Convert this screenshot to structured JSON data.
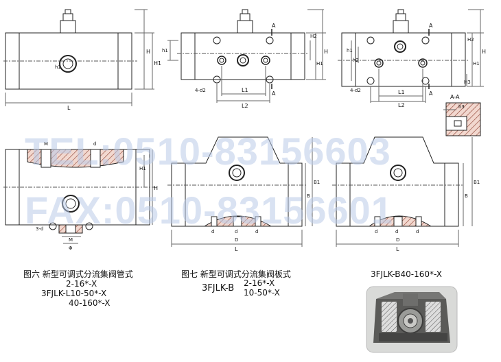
{
  "watermark": {
    "tel": "TEL:0510-83156603",
    "fax": "FAX:0510-83156601",
    "color": "#b9cbe8"
  },
  "dims": {
    "L": "L",
    "L1": "L1",
    "L2": "L2",
    "H": "H",
    "H1": "H1",
    "H2": "H2",
    "H3": "H3",
    "h1": "h1",
    "h2": "h2",
    "h3": "h3",
    "A": "A",
    "AA": "A-A",
    "holes": "4-d2",
    "holes3": "3-d",
    "M": "M",
    "D": "D",
    "d": "d",
    "d2": "d",
    "B": "B",
    "B1": "B1",
    "phi": "Φ"
  },
  "captions": {
    "fig6_title": "图六  新型可调式分流集阀管式",
    "fig6_line1": "2-16*-X",
    "fig6_line2": "3FJLK-L10-50*-X",
    "fig6_line3": "40-160*-X",
    "fig7_title": "图七  新型可调式分流集阀板式",
    "fig7_prefix": "3FJLK-B",
    "fig7_line1": "2-16*-X",
    "fig7_line2": "10-50*-X",
    "fig8_title": "3FJLK-B40-160*-X"
  },
  "photo": {
    "subject": "valve-photo",
    "body_color": "#5a5a58",
    "hatch_color": "#c77a6a"
  }
}
